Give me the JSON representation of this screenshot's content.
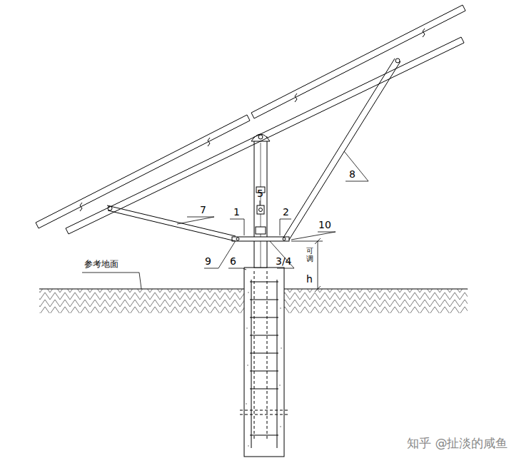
{
  "diagram": {
    "labels": [
      "1",
      "2",
      "5",
      "7",
      "8",
      "10",
      "9",
      "6",
      "3/4",
      "可调",
      "h",
      "参考地面",
      "知乎 @扯淡的咸鱼"
    ]
  }
}
